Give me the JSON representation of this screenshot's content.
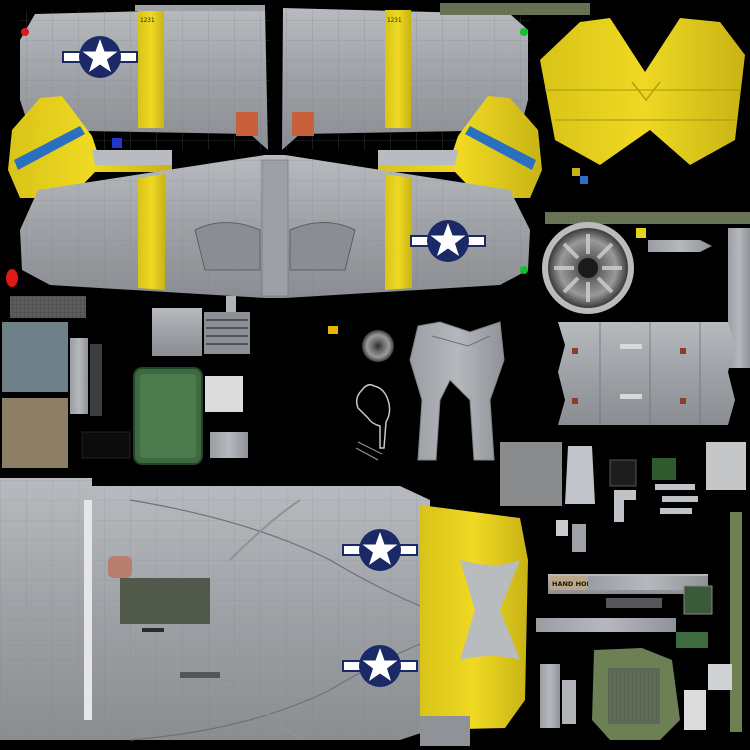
{
  "texture": {
    "markings": {
      "upper_wing_left_serial": "1231",
      "upper_wing_right_serial": "1231",
      "hand_hold_label": "HAND HOLD"
    },
    "colors": {
      "background": "#000000",
      "aluminum": "#a4a7ab",
      "aluminum_dark": "#7d8084",
      "yellow": "#e8d21c",
      "yellow_dark": "#b9a512",
      "insignia_blue": "#1b2a66",
      "insignia_white": "#ffffff",
      "tail_stripe_blue": "#2a6fc0",
      "panel_red": "#c9603c",
      "olive": "#6f7f52",
      "green_panel": "#3d6b3f",
      "nav_light_red": "#e01818",
      "nav_light_green": "#12c02a"
    },
    "icons": [
      "star-insignia",
      "radial-engine",
      "pinup-silhouette",
      "pitot-tube"
    ]
  }
}
